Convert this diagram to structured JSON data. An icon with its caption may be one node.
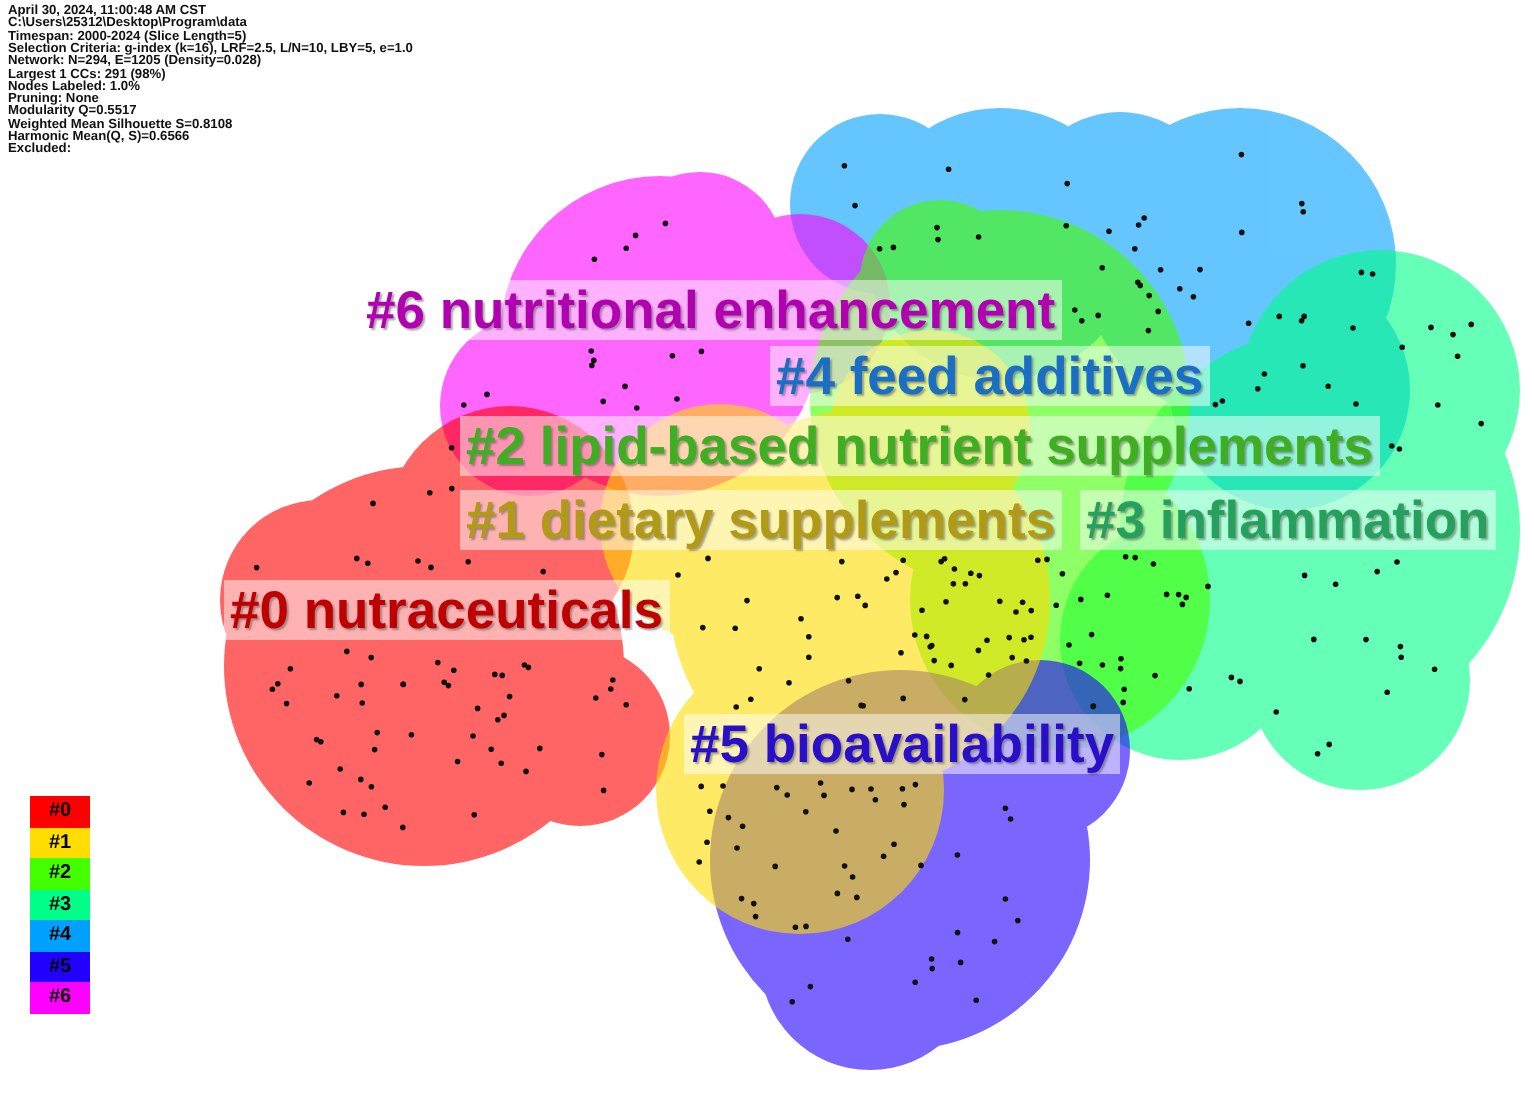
{
  "diagram": {
    "nodes": [
      {
        "text": [
          "#6 nutritional enhancement"
        ]
      },
      {
        "text": [
          "#4 feed additives"
        ]
      },
      {
        "text": [
          "#2 lipid-based nutrient supplements"
        ]
      },
      {
        "text": [
          "#1 dietary supplements"
        ]
      },
      {
        "text": [
          "#3 inflammation"
        ]
      },
      {
        "text": [
          "#0 nutraceuticals"
        ]
      },
      {
        "text": [
          "#5 bioavailability"
        ]
      }
    ],
    "labels": [
      "April 30, 2024, 11:00:48 AM CST",
      "C:\\Users\\25312\\Desktop\\Program\\data",
      "Timespan: 2000-2024 (Slice Length=5)",
      "Selection Criteria: g-index (k=16), LRF=2.5, L/N=10, LBY=5, e=1.0",
      "Network: N=294, E=1205 (Density=0.028)",
      "Largest 1 CCs: 291 (98%)",
      "Nodes Labeled: 1.0%",
      "Pruning: None",
      "Modularity Q=0.5517",
      "Weighted Mean Silhouette S=0.8108",
      "Harmonic Mean(Q, S)=0.6566",
      "Excluded:"
    ],
    "legend": [
      {
        "text": "#0",
        "color": "#ff0000"
      },
      {
        "text": "#1",
        "color": "#ffdd00"
      },
      {
        "text": "#2",
        "color": "#44ff00"
      },
      {
        "text": "#3",
        "color": "#00ff88"
      },
      {
        "text": "#4",
        "color": "#00a0ff"
      },
      {
        "text": "#5",
        "color": "#2200ff"
      },
      {
        "text": "#6",
        "color": "#ff00ff"
      }
    ]
  }
}
